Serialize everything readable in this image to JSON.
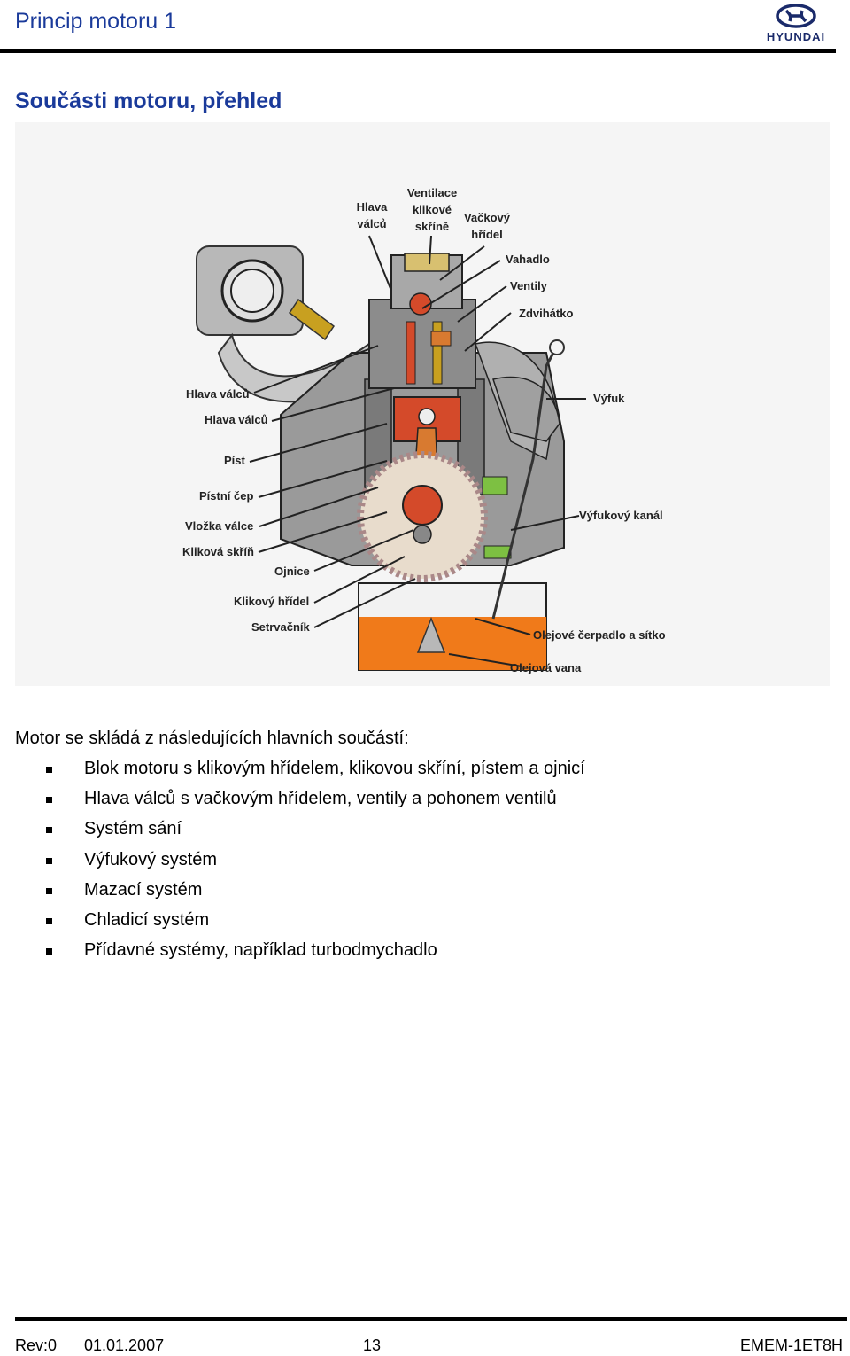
{
  "header": {
    "title": "Princip motoru 1",
    "logo_text": "HYUNDAI",
    "logo_icon": "hyundai-logo"
  },
  "section": {
    "heading": "Součásti motoru, přehled"
  },
  "diagram": {
    "labels": {
      "hlava_valcu_top": "Hlava válců",
      "ventilace": "Ventilace klikové skříně",
      "vackovy": "Vačkový hřídel",
      "vahadlo": "Vahadlo",
      "ventily": "Ventily",
      "zdvihatko": "Zdvihátko",
      "hlava_valcu_1": "Hlava válců",
      "vyfuk": "Výfuk",
      "hlava_valcu_2": "Hlava válců",
      "pist": "Píst",
      "pistni_cep": "Pístní čep",
      "vlozka": "Vložka válce",
      "vyfukovy_kanal": "Výfukový kanál",
      "klikova_skrin": "Kliková skříň",
      "ojnice": "Ojnice",
      "klikovy_hridel": "Klikový hřídel",
      "setrvacnik": "Setrvačník",
      "olejove_cerpadlo": "Olejové čerpadlo a sítko",
      "olejova_vana": "Olejová vana"
    },
    "colors": {
      "oil": "#f07a1a",
      "piston": "#d44a2a",
      "valve": "#c8a020",
      "injector": "#7dc042",
      "block": "#6a6a6a"
    }
  },
  "content": {
    "intro": "Motor se skládá z následujících hlavních součástí:",
    "bullets": [
      "Blok motoru s klikovým hřídelem, klikovou skříní, pístem a ojnicí",
      "Hlava válců s vačkovým hřídelem, ventily a pohonem ventilů",
      "Systém sání",
      "Výfukový systém",
      "Mazací systém",
      "Chladicí systém",
      "Přídavné systémy, například turbodmychadlo"
    ]
  },
  "footer": {
    "rev": "Rev:0",
    "date": "01.01.2007",
    "page": "13",
    "code": "EMEM-1ET8H"
  }
}
